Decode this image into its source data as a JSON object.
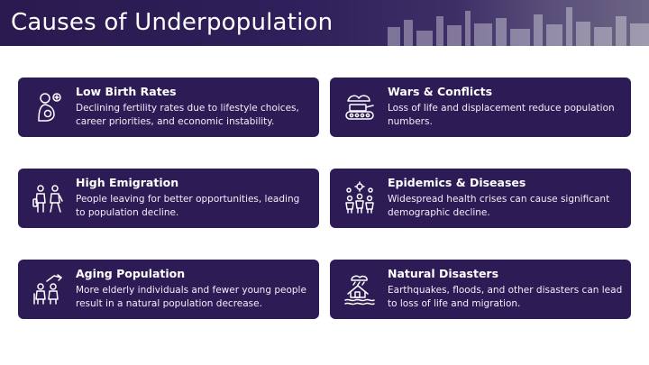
{
  "slide": {
    "title": "Causes of Underpopulation"
  },
  "cards": [
    {
      "title": "Low Birth Rates",
      "description": "Declining fertility rates due to lifestyle choices, career priorities, and economic instability.",
      "icon": "pregnant-woman-icon"
    },
    {
      "title": "Wars & Conflicts",
      "description": "Loss of life and displacement reduce population numbers.",
      "icon": "tank-icon"
    },
    {
      "title": "High Emigration",
      "description": "People leaving for better opportunities, leading to population decline.",
      "icon": "emigrating-people-icon"
    },
    {
      "title": "Epidemics & Diseases",
      "description": "Widespread health crises can cause significant demographic decline.",
      "icon": "virus-people-icon"
    },
    {
      "title": "Aging Population",
      "description": "More elderly individuals and fewer young people result in a natural population decrease.",
      "icon": "elderly-couple-icon"
    },
    {
      "title": "Natural Disasters",
      "description": "Earthquakes, floods, and other disasters can lead to loss of life and migration.",
      "icon": "flood-house-icon"
    }
  ],
  "colors": {
    "card_background": "#2c1b54",
    "header_background": "#2a1a4f",
    "text": "#ffffff"
  }
}
